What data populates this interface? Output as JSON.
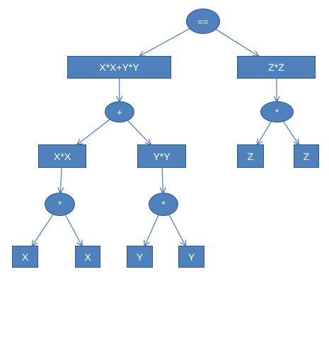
{
  "colors": {
    "node_fill": "#4f81bd",
    "node_border": "#2e5688",
    "edge": "#4a7ab8"
  },
  "nodes": [
    {
      "id": "eq",
      "shape": "ellipse",
      "label": "=="
    },
    {
      "id": "sum_expr",
      "shape": "rect",
      "label": "X*X+Y*Y"
    },
    {
      "id": "zz_expr",
      "shape": "rect",
      "label": "Z*Z"
    },
    {
      "id": "plus",
      "shape": "ellipse",
      "label": "+"
    },
    {
      "id": "z_times",
      "shape": "ellipse",
      "label": "*"
    },
    {
      "id": "xx_expr",
      "shape": "rect",
      "label": "X*X"
    },
    {
      "id": "yy_expr",
      "shape": "rect",
      "label": "Y*Y"
    },
    {
      "id": "z_left",
      "shape": "rect",
      "label": "Z"
    },
    {
      "id": "z_right",
      "shape": "rect",
      "label": "Z"
    },
    {
      "id": "x_times",
      "shape": "ellipse",
      "label": "*"
    },
    {
      "id": "y_times",
      "shape": "ellipse",
      "label": "*"
    },
    {
      "id": "x_left",
      "shape": "rect",
      "label": "X"
    },
    {
      "id": "x_right",
      "shape": "rect",
      "label": "X"
    },
    {
      "id": "y_left",
      "shape": "rect",
      "label": "Y"
    },
    {
      "id": "y_right",
      "shape": "rect",
      "label": "Y"
    }
  ],
  "edges": [
    [
      "eq",
      "sum_expr"
    ],
    [
      "eq",
      "zz_expr"
    ],
    [
      "sum_expr",
      "plus"
    ],
    [
      "zz_expr",
      "z_times"
    ],
    [
      "plus",
      "xx_expr"
    ],
    [
      "plus",
      "yy_expr"
    ],
    [
      "z_times",
      "z_left"
    ],
    [
      "z_times",
      "z_right"
    ],
    [
      "xx_expr",
      "x_times"
    ],
    [
      "yy_expr",
      "y_times"
    ],
    [
      "x_times",
      "x_left"
    ],
    [
      "x_times",
      "x_right"
    ],
    [
      "y_times",
      "y_left"
    ],
    [
      "y_times",
      "y_right"
    ]
  ]
}
